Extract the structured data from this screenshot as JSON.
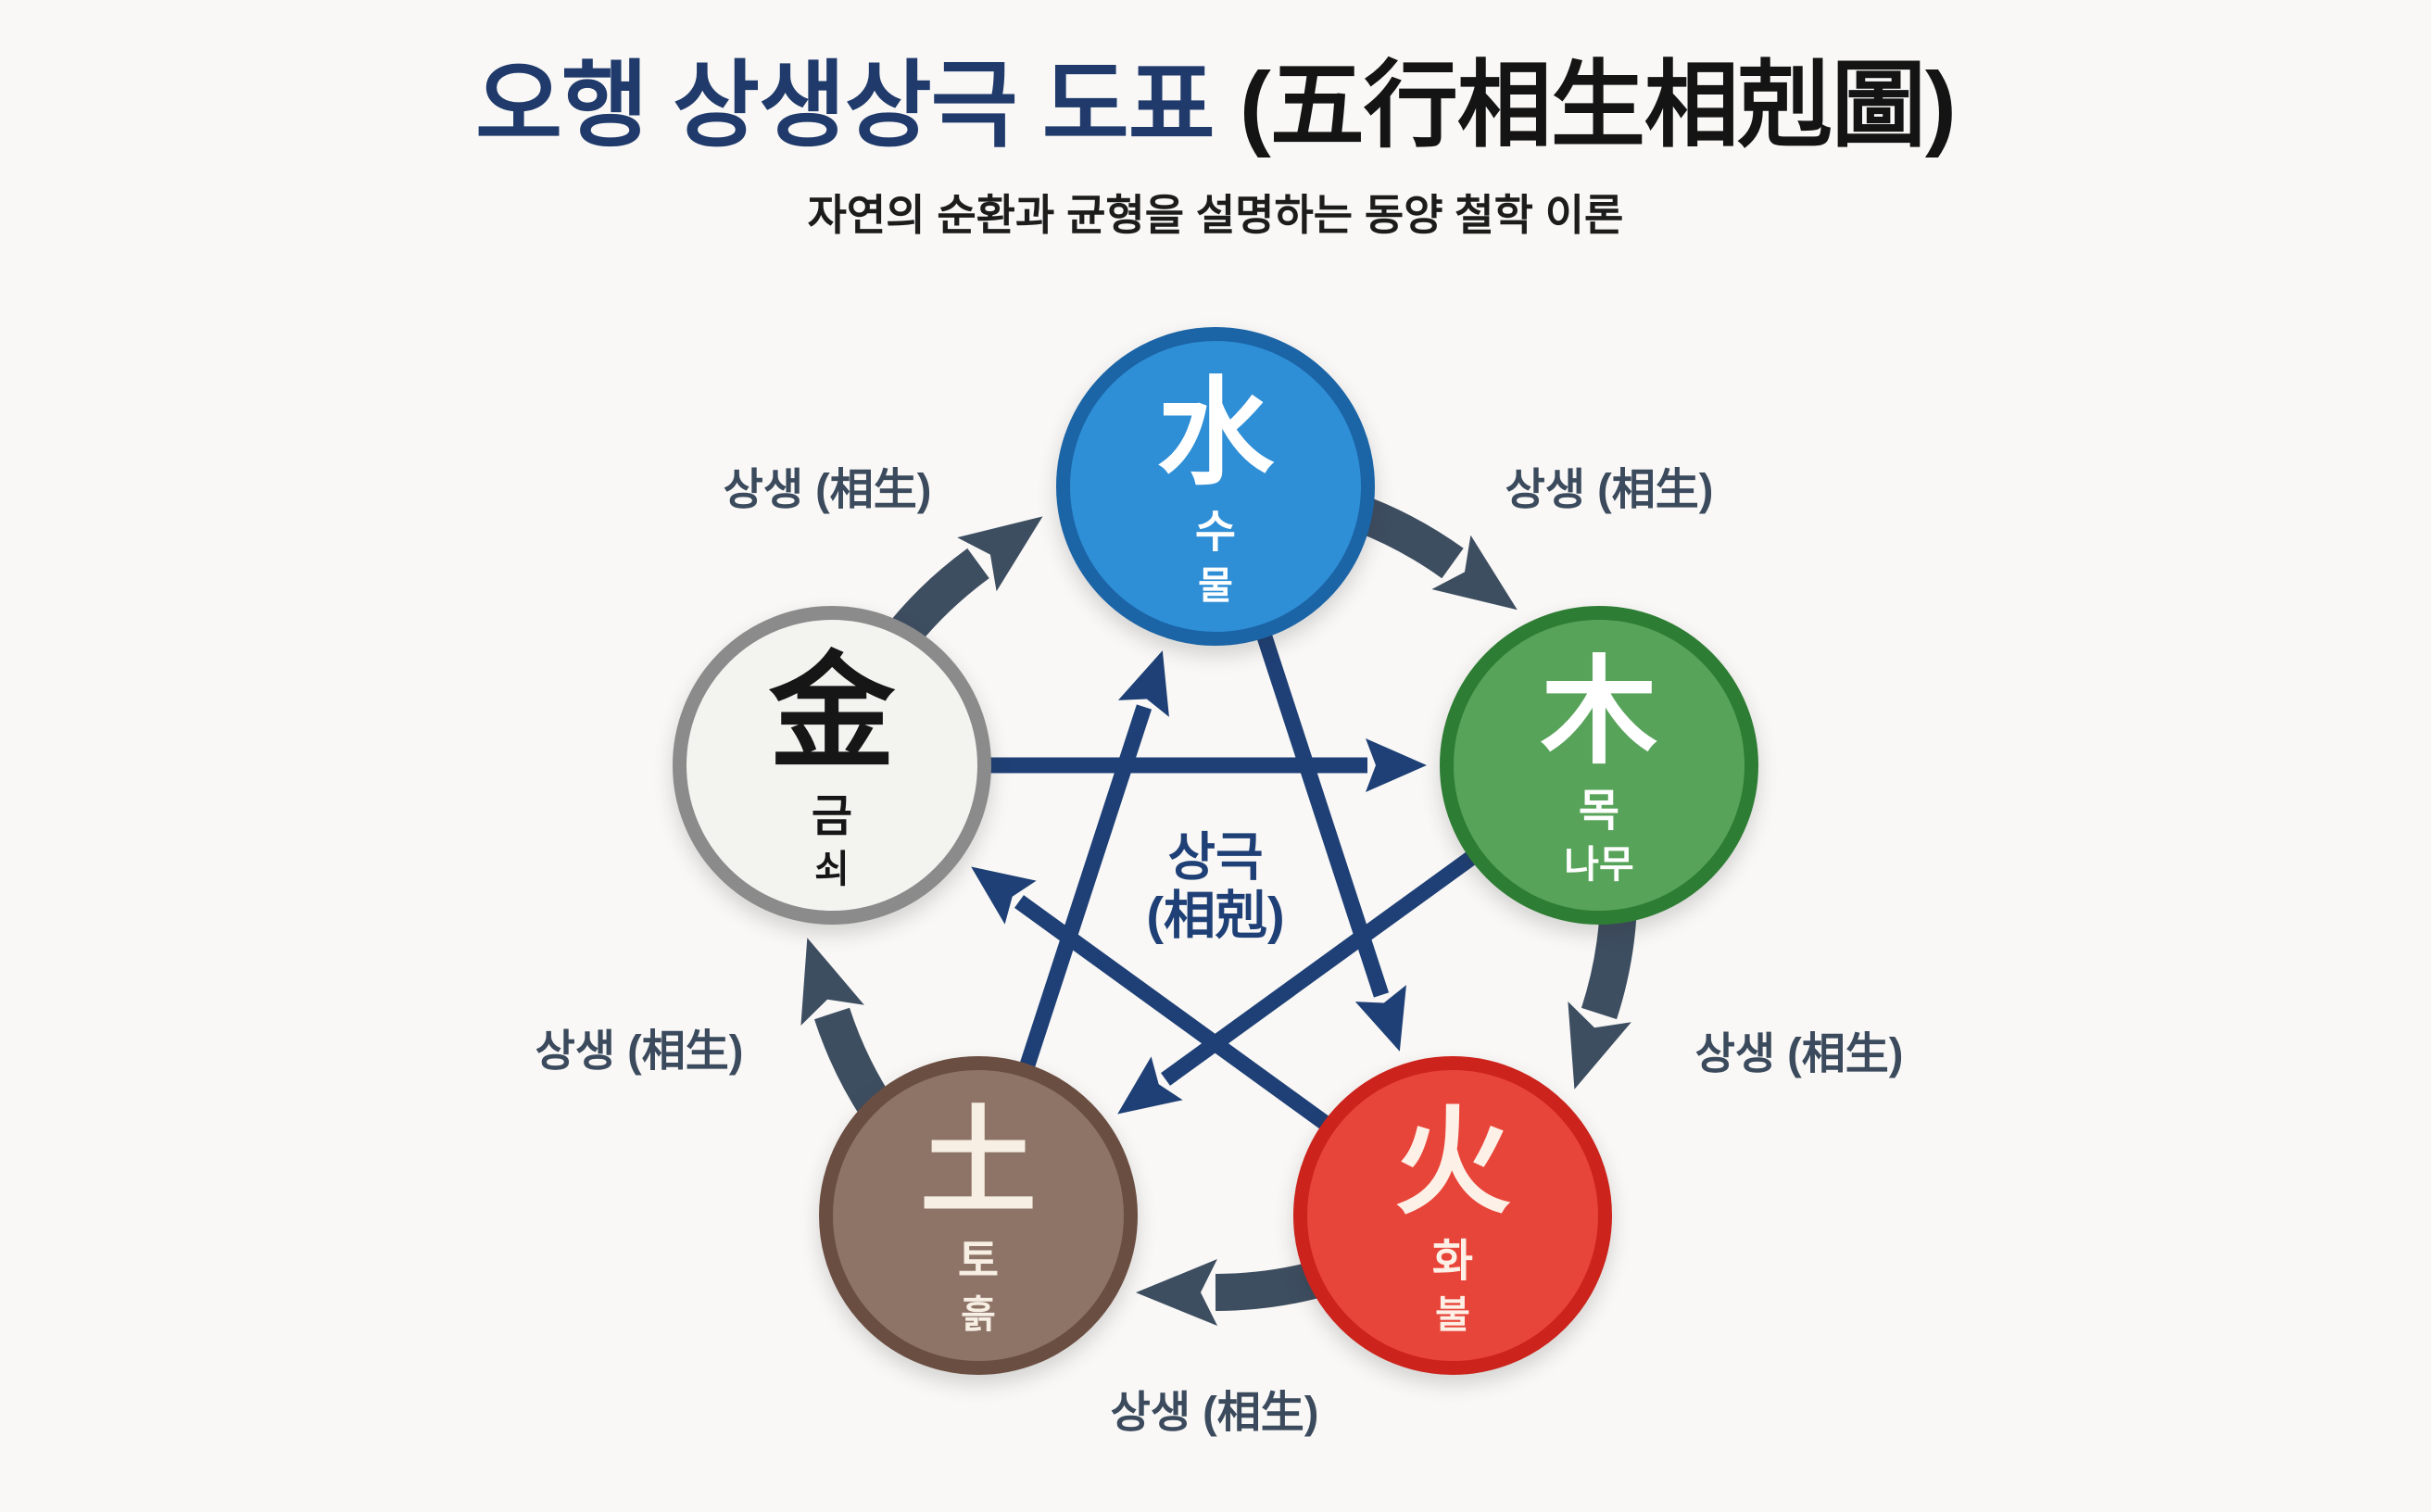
{
  "header": {
    "title_ko": "오행 상생상극 도표 ",
    "title_hanja": "(五行相生相剋圖)",
    "subtitle": "자연의 순환과 균형을 설명하는 동양 철학 이론"
  },
  "elements": [
    {
      "id": "water",
      "hanzi": "水",
      "hangul": "수",
      "native": "물",
      "fill": "#2e8ed6",
      "border": "#1b64a6"
    },
    {
      "id": "wood",
      "hanzi": "木",
      "hangul": "목",
      "native": "나무",
      "fill": "#58a35a",
      "border": "#2e7d34"
    },
    {
      "id": "fire",
      "hanzi": "火",
      "hangul": "화",
      "native": "불",
      "fill": "#e8453a",
      "border": "#cc231c"
    },
    {
      "id": "earth",
      "hanzi": "土",
      "hangul": "토",
      "native": "흙",
      "fill": "#8e7367",
      "border": "#6b4e42"
    },
    {
      "id": "metal",
      "hanzi": "金",
      "hangul": "금",
      "native": "쇠",
      "fill": "#f3f3f0",
      "border": "#8b8b8b"
    }
  ],
  "cycle_labels": {
    "generating": "상생 (相生)",
    "overcoming_line1": "상극",
    "overcoming_line2": "(相剋)"
  },
  "cycles": {
    "generating_order": [
      "water→wood",
      "wood→fire",
      "fire→earth",
      "earth→metal",
      "metal→water"
    ],
    "overcoming_order": [
      "water→fire",
      "fire→metal",
      "metal→wood",
      "wood→earth",
      "earth→water"
    ]
  },
  "colors": {
    "background": "#f9f8f6",
    "title_korean": "#1f3a6b",
    "title_hanja": "#141414",
    "generating_arrow": "#3e4e61",
    "overcoming_arrow": "#1f4076",
    "generating_label": "#3b4a5c",
    "overcoming_label": "#1f4076"
  }
}
